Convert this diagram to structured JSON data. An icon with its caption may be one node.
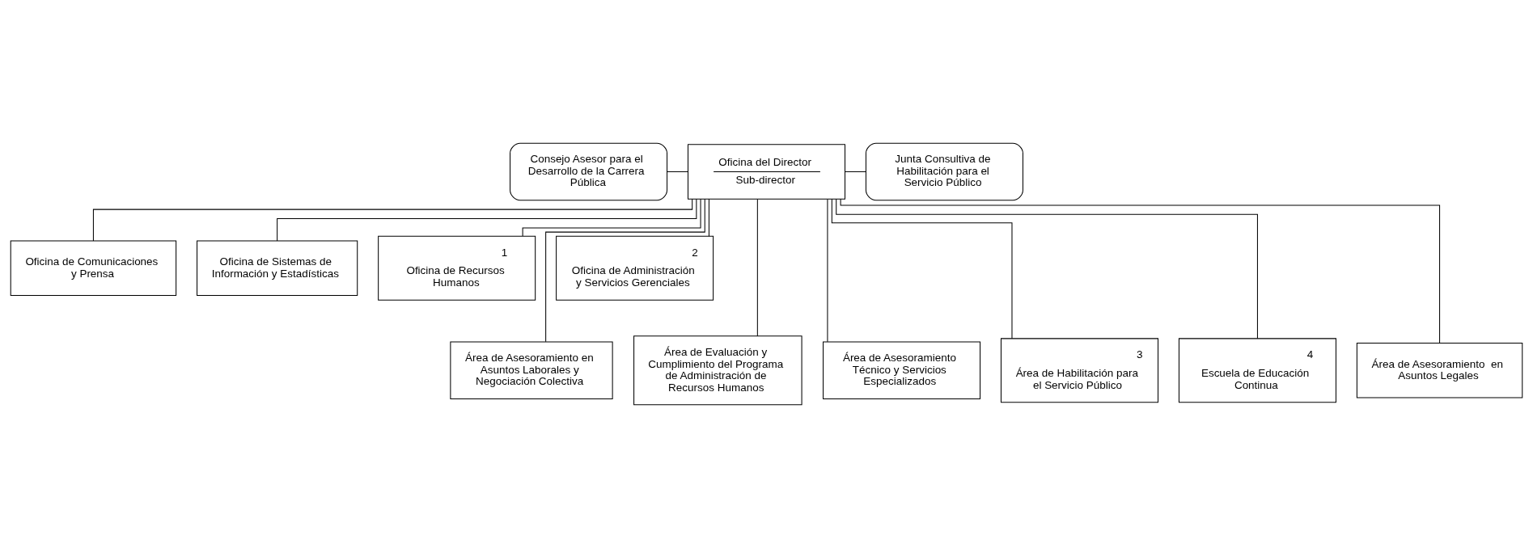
{
  "diagram": {
    "nodes": [
      {
        "text": [
          "Oficina del Director",
          "Sub-director"
        ]
      },
      {
        "text": [
          "Consejo Asesor para el Desarrollo de la Carrera Pública"
        ]
      },
      {
        "text": [
          "Junta Consultiva de Habilitación para el Servicio Público"
        ]
      },
      {
        "text": [
          "Oficina de Comunicaciones y Prensa"
        ]
      },
      {
        "text": [
          "Oficina de Sistemas de Información y Estadísticas"
        ]
      },
      {
        "text": [
          "1",
          "Oficina de Recursos Humanos"
        ]
      },
      {
        "text": [
          "2",
          "Oficina de Administración y Servicios Gerenciales"
        ]
      },
      {
        "text": [
          "Área de Asesoramiento en Asuntos Laborales y Negociación Colectiva"
        ]
      },
      {
        "text": [
          "Área de Evaluación y Cumplimiento del Programa de Administración de Recursos Humanos"
        ]
      },
      {
        "text": [
          "Área de Asesoramiento Técnico y Servicios Especializados"
        ]
      },
      {
        "text": [
          "3",
          "Área de Habilitación para el Servicio Público"
        ]
      },
      {
        "text": [
          "4",
          "Escuela de Educación Continua"
        ]
      },
      {
        "text": [
          "Área de Asesoramiento  en Asuntos Legales"
        ]
      }
    ],
    "edges": [
      {
        "from": 1,
        "to": 0,
        "arrow": "none"
      },
      {
        "from": 0,
        "to": 2,
        "arrow": "none"
      },
      {
        "from": 0,
        "to": 3,
        "arrow": "none"
      },
      {
        "from": 0,
        "to": 4,
        "arrow": "none"
      },
      {
        "from": 0,
        "to": 5,
        "arrow": "none"
      },
      {
        "from": 0,
        "to": 6,
        "arrow": "none"
      },
      {
        "from": 0,
        "to": 7,
        "arrow": "none"
      },
      {
        "from": 0,
        "to": 8,
        "arrow": "none"
      },
      {
        "from": 0,
        "to": 9,
        "arrow": "none"
      },
      {
        "from": 0,
        "to": 10,
        "arrow": "none"
      },
      {
        "from": 0,
        "to": 11,
        "arrow": "none"
      },
      {
        "from": 0,
        "to": 12,
        "arrow": "none"
      }
    ]
  }
}
